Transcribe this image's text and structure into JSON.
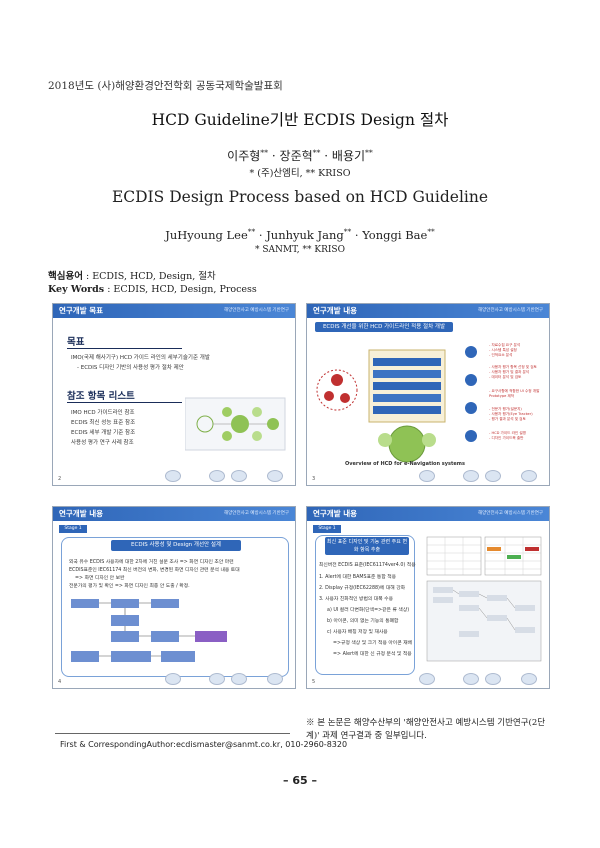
{
  "header": {
    "conference": "2018년도 (사)해양환경안전학회 공동국제학술발표회"
  },
  "paper": {
    "title_ko": "HCD Guideline기반 ECDIS Design 절차",
    "authors_ko": [
      {
        "name": "이주형",
        "mark": "**"
      },
      {
        "name": "장준혁",
        "mark": "**"
      },
      {
        "name": "배용기",
        "mark": "**"
      }
    ],
    "affil_ko": "* (주)산엠티, ** KRISO",
    "title_en": "ECDIS Design Process based on HCD Guideline",
    "authors_en": [
      {
        "name": "JuHyoung Lee",
        "mark": "**"
      },
      {
        "name": "Junhyuk Jang",
        "mark": "**"
      },
      {
        "name": "Yonggi Bae",
        "mark": "**"
      }
    ],
    "affil_en": "* SANMT, ** KRISO",
    "keywords_ko_label": "핵심용어",
    "keywords_ko": ": ECDIS, HCD, Design, 절차",
    "keywords_en_label": "Key Words",
    "keywords_en": ": ECDIS, HCD, Design, Process"
  },
  "slides": [
    {
      "title": "연구개발 목표",
      "right": "해양안전사고 예방시스템 기반연구",
      "h1": "목표",
      "items1": [
        "IMO(국제 해사기구) HCD 가이드 라인의 세부기술기준 개발",
        "- ECDIS 디자인 기반의 사용성 평가 절차 제안"
      ],
      "h2": "참조 항목 리스트",
      "items2": [
        "IMO HCD 가이드라인 참조",
        "ECDIS 최신 성능 표준 참조",
        "ECDIS 세부 개발 기준 참조",
        "사용성 평가 연구 사례 참조"
      ],
      "page": "2"
    },
    {
      "title": "연구개발 내용",
      "right": "해양안전사고 예방시스템 기반연구",
      "box": "ECDIS 개선을 위한 HCD 가이드라인 적용 절차 개발",
      "caption": "Overview of HCD for e-Navigation systems",
      "page": "3"
    },
    {
      "title": "연구개발 내용",
      "right": "해양안전사고 예방시스템 기반연구",
      "stage": "Stage 1",
      "box": "ECDIS 사용성 및 Design 개선안 설계",
      "items": [
        "외국 유수 ECDIS 사용자에 대한 2차에 거친 설문 조사 => 화면 디자인 초안 마련",
        "ECDIS표준인 IEC61174 최신 버전의 변화, 변경된 화면 디자인 관련 분석 내용 토대",
        "=> 화면 디자인 안 보완",
        "전문가의 평가 및 확인 => 화면 디자인 최종 안 도출 / 확정."
      ],
      "page": "4"
    },
    {
      "title": "연구개발 내용",
      "right": "해양안전사고 예방시스템 기반연구",
      "stage": "Stage 1",
      "box": "최신 표준 디자인 및 기능 관련 주요 변화 항목 추출",
      "items": [
        "최신버전 ECDIS 표준(IEC61174ver4.0) 적용",
        "1. Alert에 대한 BAMS표준 통합 적용",
        "2. Display 규정(IEC62288)에 대해 강화",
        "3. 사용자 친화적인 방법의 대폭 수용",
        "a) UI 컬러 다변화(단색=>같은 류 색상)",
        "b) 아이콘, 의미 없는 기능의 통폐합",
        "c) 사용자 배칭 저장 및 재사용",
        "=>규정 색상 및 크기 적용 아이콘 재배",
        "=> Alert에 대한 신 규정 분석 및 적용"
      ],
      "page": "5"
    }
  ],
  "footnote": "First & CorrespondingAuthor:ecdismaster@sanmt.co.kr,  010-2960-8320",
  "acknowledgement": "※ 본 논문은 해양수산부의 '해양안전사고 예방시스템 기반연구(2단계)' 과제 연구결과 중 일부입니다.",
  "page_number": "– 65 –",
  "colors": {
    "slide_header": "#2f66b8",
    "heading": "#1a2d59"
  }
}
